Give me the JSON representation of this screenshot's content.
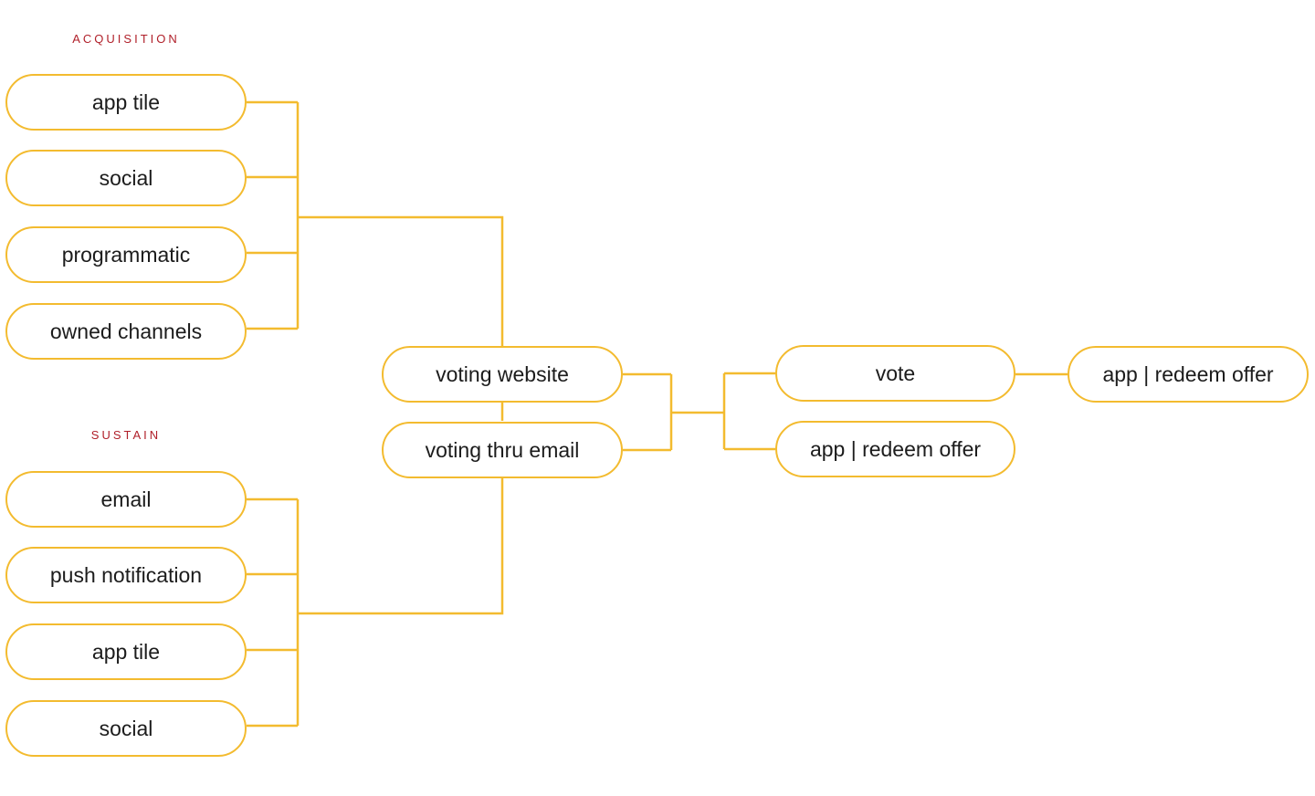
{
  "colors": {
    "accent": "#f3bb2f",
    "section_label": "#b0202a",
    "text": "#1c1c1c"
  },
  "sections": {
    "acquisition": {
      "label": "ACQUISITION",
      "items": [
        "app tile",
        "social",
        "programmatic",
        "owned channels"
      ]
    },
    "sustain": {
      "label": "SUSTAIN",
      "items": [
        "email",
        "push notification",
        "app tile",
        "social"
      ]
    }
  },
  "voting": {
    "website": "voting website",
    "email": "voting thru email"
  },
  "outcomes": {
    "vote": "vote",
    "redeem": "app | redeem offer",
    "vote_redeem": "app | redeem offer"
  }
}
